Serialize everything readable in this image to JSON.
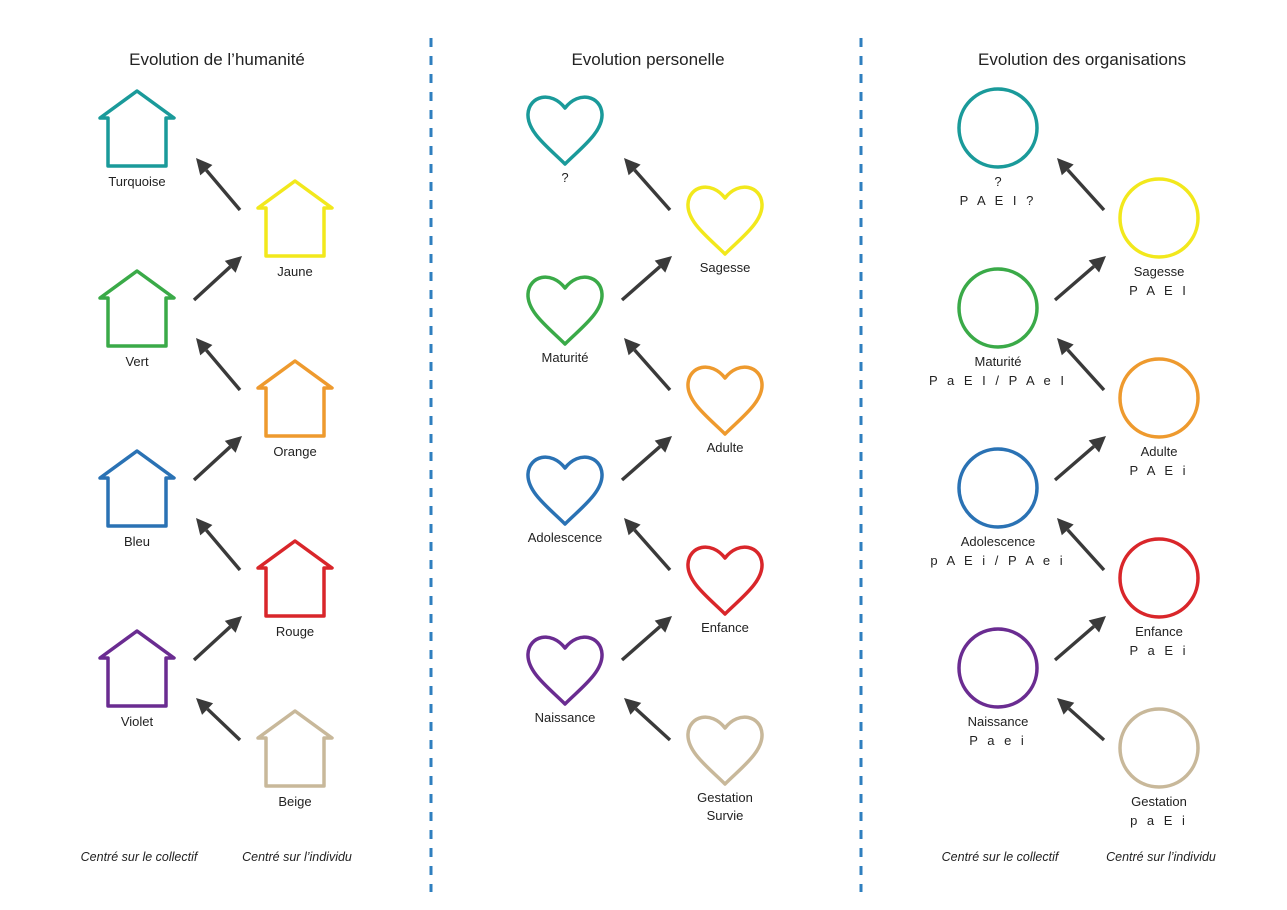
{
  "colors": {
    "turquoise": "#1a9a9a",
    "yellow": "#f2e81c",
    "green": "#3aaa48",
    "orange": "#ee9a2e",
    "blue": "#2a72b4",
    "red": "#d9262a",
    "violet": "#6a2c91",
    "beige": "#c8b89a",
    "divider": "#2f7fbf",
    "arrow": "#3a3a3a"
  },
  "panels": [
    {
      "title": "Evolution de l’humanité",
      "shape": "house",
      "footer_left": "Centré sur le collectif",
      "footer_right": "Centré sur l’individu",
      "left_items": [
        {
          "label": "Turquoise",
          "code": "",
          "color": "turquoise"
        },
        {
          "label": "Vert",
          "code": "",
          "color": "green"
        },
        {
          "label": "Bleu",
          "code": "",
          "color": "blue"
        },
        {
          "label": "Violet",
          "code": "",
          "color": "violet"
        }
      ],
      "right_items": [
        {
          "label": "Jaune",
          "label2": "",
          "code": "",
          "color": "yellow"
        },
        {
          "label": "Orange",
          "label2": "",
          "code": "",
          "color": "orange"
        },
        {
          "label": "Rouge",
          "label2": "",
          "code": "",
          "color": "red"
        },
        {
          "label": "Beige",
          "label2": "",
          "code": "",
          "color": "beige"
        }
      ]
    },
    {
      "title": "Evolution personelle",
      "shape": "heart",
      "footer_left": "",
      "footer_right": "",
      "left_items": [
        {
          "label": "?",
          "code": "",
          "color": "turquoise"
        },
        {
          "label": "Maturité",
          "code": "",
          "color": "green"
        },
        {
          "label": "Adolescence",
          "code": "",
          "color": "blue"
        },
        {
          "label": "Naissance",
          "code": "",
          "color": "violet"
        }
      ],
      "right_items": [
        {
          "label": "Sagesse",
          "label2": "",
          "code": "",
          "color": "yellow"
        },
        {
          "label": "Adulte",
          "label2": "",
          "code": "",
          "color": "orange"
        },
        {
          "label": "Enfance",
          "label2": "",
          "code": "",
          "color": "red"
        },
        {
          "label": "Gestation",
          "label2": "Survie",
          "code": "",
          "color": "beige"
        }
      ]
    },
    {
      "title": "Evolution des organisations",
      "shape": "circle",
      "footer_left": "Centré sur le collectif",
      "footer_right": "Centré sur l’individu",
      "left_items": [
        {
          "label": "?",
          "code": "P A E I ?",
          "color": "turquoise"
        },
        {
          "label": "Maturité",
          "code": "P a E I / P A e I",
          "color": "green"
        },
        {
          "label": "Adolescence",
          "code": "p A E i / P A e i",
          "color": "blue"
        },
        {
          "label": "Naissance",
          "code": "P a e i",
          "color": "violet"
        }
      ],
      "right_items": [
        {
          "label": "Sagesse",
          "label2": "",
          "code": "P A E I",
          "color": "yellow"
        },
        {
          "label": "Adulte",
          "label2": "",
          "code": "P A E i",
          "color": "orange"
        },
        {
          "label": "Enfance",
          "label2": "",
          "code": "P a E i",
          "color": "red"
        },
        {
          "label": "Gestation",
          "label2": "",
          "code": "p a E i",
          "color": "beige"
        }
      ]
    }
  ]
}
